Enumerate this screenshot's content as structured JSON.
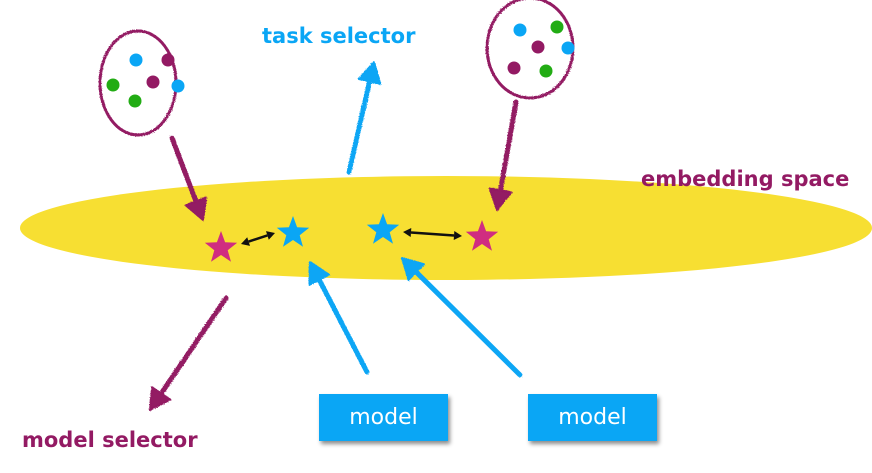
{
  "diagram": {
    "title": "task / model selectors in a shared embedding space",
    "colors": {
      "embedding_fill": "#f7df32",
      "task_blue": "#0aa6f5",
      "model_purple": "#931a63",
      "star_pink": "#d02d80",
      "star_blue": "#0aa6f5",
      "dot_green": "#22ac14",
      "dot_blue": "#0aa6f5",
      "dot_purple": "#931a63",
      "link_black": "#111111",
      "box_blue": "#0aa6f5"
    },
    "labels": {
      "task_selector": "task selector",
      "embedding_space": "embedding space",
      "model_selector": "model selector"
    },
    "models": [
      {
        "label": "model"
      },
      {
        "label": "model"
      }
    ],
    "datasets": [
      {
        "name": "dataset-left",
        "dots": [
          "blue",
          "purple",
          "green",
          "purple",
          "blue",
          "green"
        ]
      },
      {
        "name": "dataset-right",
        "dots": [
          "blue",
          "green",
          "purple",
          "blue",
          "purple",
          "green"
        ]
      }
    ],
    "embeddings": [
      {
        "name": "task-embedding-left",
        "kind": "task",
        "color": "pink"
      },
      {
        "name": "model-embedding-left",
        "kind": "model",
        "color": "blue"
      },
      {
        "name": "model-embedding-right",
        "kind": "model",
        "color": "blue"
      },
      {
        "name": "task-embedding-right",
        "kind": "task",
        "color": "pink"
      }
    ],
    "links": [
      {
        "from": "task-embedding-left",
        "to": "model-embedding-left",
        "type": "bidirectional"
      },
      {
        "from": "model-embedding-right",
        "to": "task-embedding-right",
        "type": "bidirectional"
      }
    ],
    "arrows": [
      {
        "name": "dataset-left-to-embedding",
        "color": "purple"
      },
      {
        "name": "dataset-right-to-embedding",
        "color": "purple"
      },
      {
        "name": "embedding-to-task-selector",
        "color": "blue"
      },
      {
        "name": "embedding-to-model-selector",
        "color": "purple"
      },
      {
        "name": "model-1-to-embedding",
        "color": "blue"
      },
      {
        "name": "model-2-to-embedding",
        "color": "blue"
      }
    ]
  }
}
